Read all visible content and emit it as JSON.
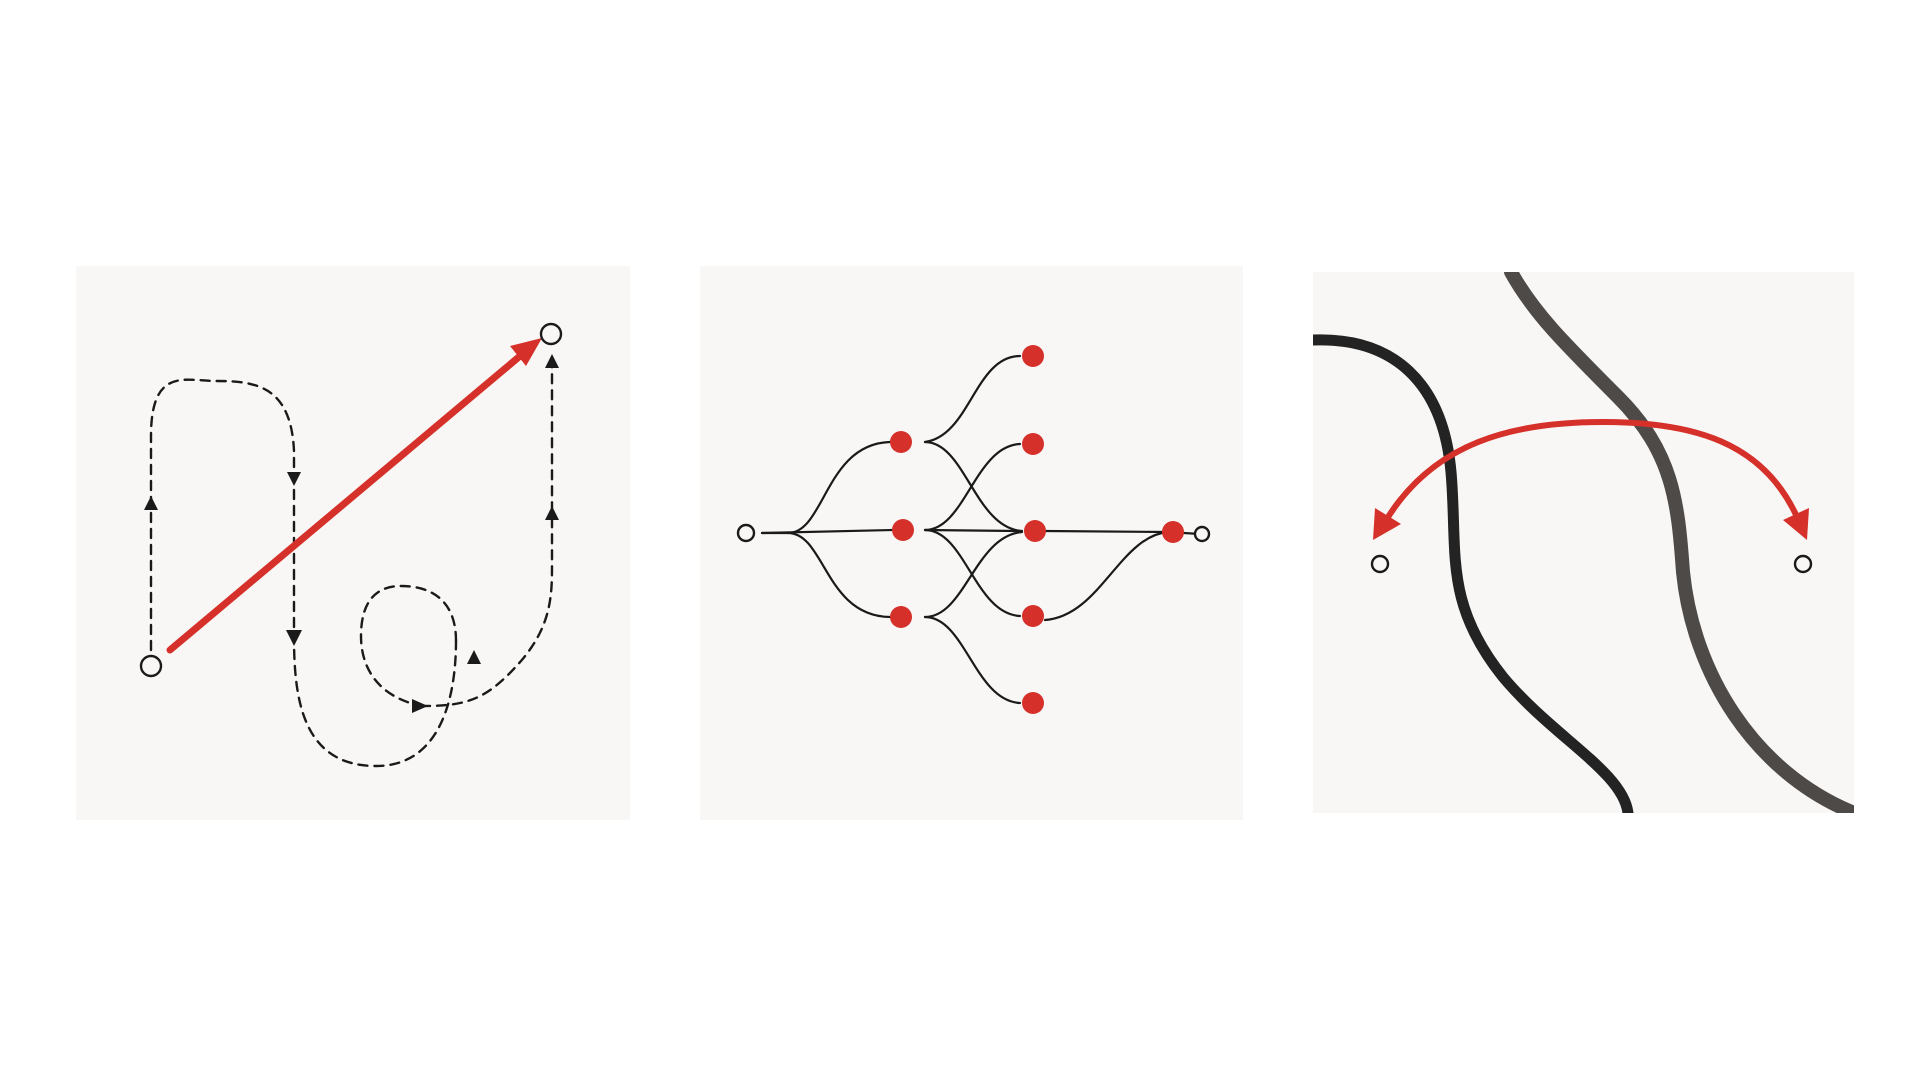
{
  "colors": {
    "page_background": "#ffffff",
    "panel_background": "#f8f7f5",
    "accent_red": "#d6302a",
    "ink": "#1a1a1a",
    "river_dark": "#232323",
    "river_grey": "#4d4a48"
  },
  "panels": [
    {
      "name": "indirect-path-vs-direct-arrow",
      "icon": "winding-dashed-path-with-direct-red-arrow"
    },
    {
      "name": "branching-network",
      "icon": "branching-node-network"
    },
    {
      "name": "arc-across-two-rivers",
      "icon": "red-arc-arrow-over-rivers"
    }
  ]
}
